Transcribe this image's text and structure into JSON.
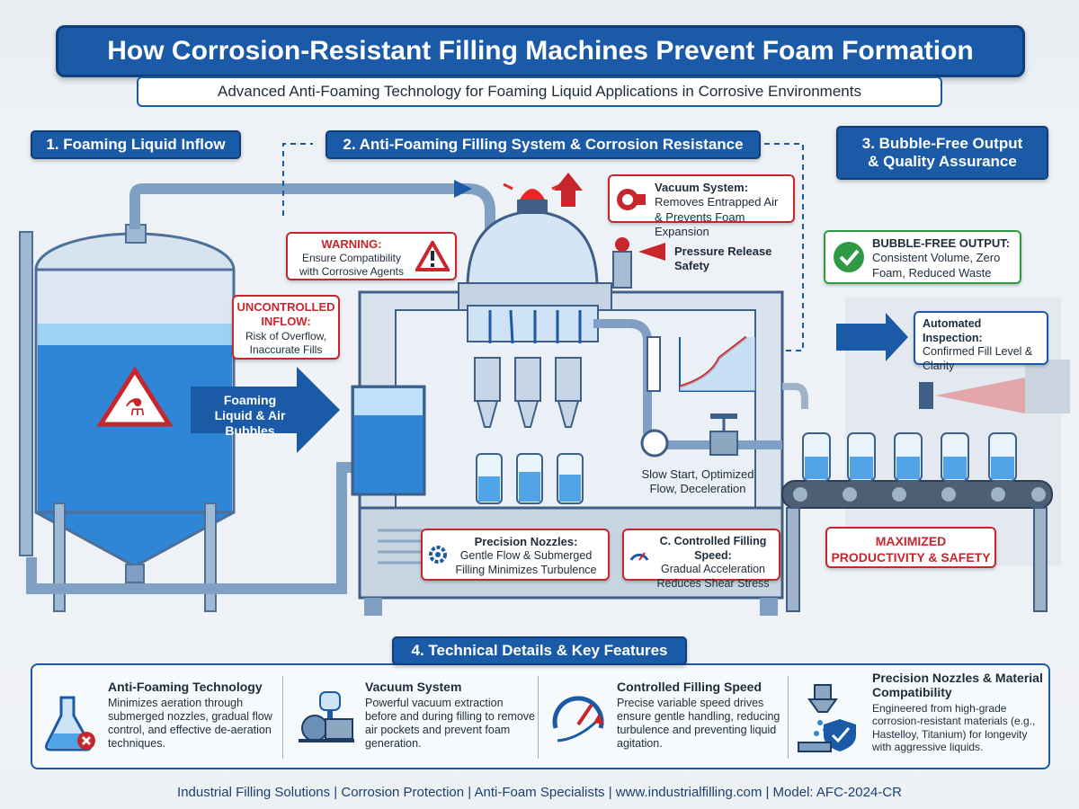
{
  "header": {
    "title": "How Corrosion-Resistant Filling Machines Prevent Foam Formation",
    "subtitle": "Advanced Anti-Foaming Technology for Foaming Liquid Applications in Corrosive Environments"
  },
  "sections": {
    "s1": "1. Foaming Liquid Inflow",
    "s2": "2. Anti-Foaming Filling System & Corrosion Resistance",
    "s3_line1": "3. Bubble-Free Output",
    "s3_line2": "& Quality Assurance",
    "s4": "4. Technical Details & Key Features"
  },
  "callouts": {
    "uncontrolled_title_1": "UNCONTROLLED",
    "uncontrolled_title_2": "INFLOW:",
    "uncontrolled_text": "Risk of Overflow, Inaccurate Fills",
    "warning_title": "WARNING:",
    "warning_text": "Ensure Compatibility with Corrosive Agents",
    "vacuum_title": "Vacuum System:",
    "vacuum_text": "Removes Entrapped Air & Prevents Foam Expansion",
    "pressure_text": "Pressure Release Safety",
    "arrow_label": "Foaming Liquid & Air Bubbles",
    "bubble_free_title": "BUBBLE-FREE OUTPUT:",
    "bubble_free_text": "Consistent Volume, Zero Foam, Reduced Waste",
    "inspection_title": "Automated Inspection:",
    "inspection_text": "Confirmed Fill Level & Clarity",
    "flow_text": "Slow Start, Optimized Flow, Deceleration",
    "nozzles_title": "Precision Nozzles:",
    "nozzles_text": "Gentle Flow & Submerged Filling Minimizes Turbulence",
    "speed_title": "C. Controlled Filling Speed:",
    "speed_text": "Gradual Acceleration Reduces Shear Stress",
    "productivity": "MAXIMIZED PRODUCTIVITY & SAFETY"
  },
  "features": [
    {
      "title": "Anti-Foaming Technology",
      "desc": "Minimizes aeration through submerged nozzles, gradual flow control, and effective de-aeration techniques."
    },
    {
      "title": "Vacuum System",
      "desc": "Powerful vacuum extraction before and during filling to remove air pockets and prevent foam generation."
    },
    {
      "title": "Controlled Filling Speed",
      "desc": "Precise variable speed drives ensure gentle handling, reducing turbulence and preventing liquid agitation."
    },
    {
      "title": "Precision Nozzles & Material Compatibility",
      "desc": "Engineered from high-grade corrosion-resistant materials (e.g., Hastelloy, Titanium) for longevity with aggressive liquids."
    }
  ],
  "footer": "Industrial Filling Solutions | Corrosion Protection | Anti-Foam Specialists | www.industrialfilling.com | Model: AFC-2024-CR",
  "colors": {
    "brand_blue": "#1a5aa6",
    "warning_red": "#c8262d",
    "ok_green": "#2f9a44"
  }
}
